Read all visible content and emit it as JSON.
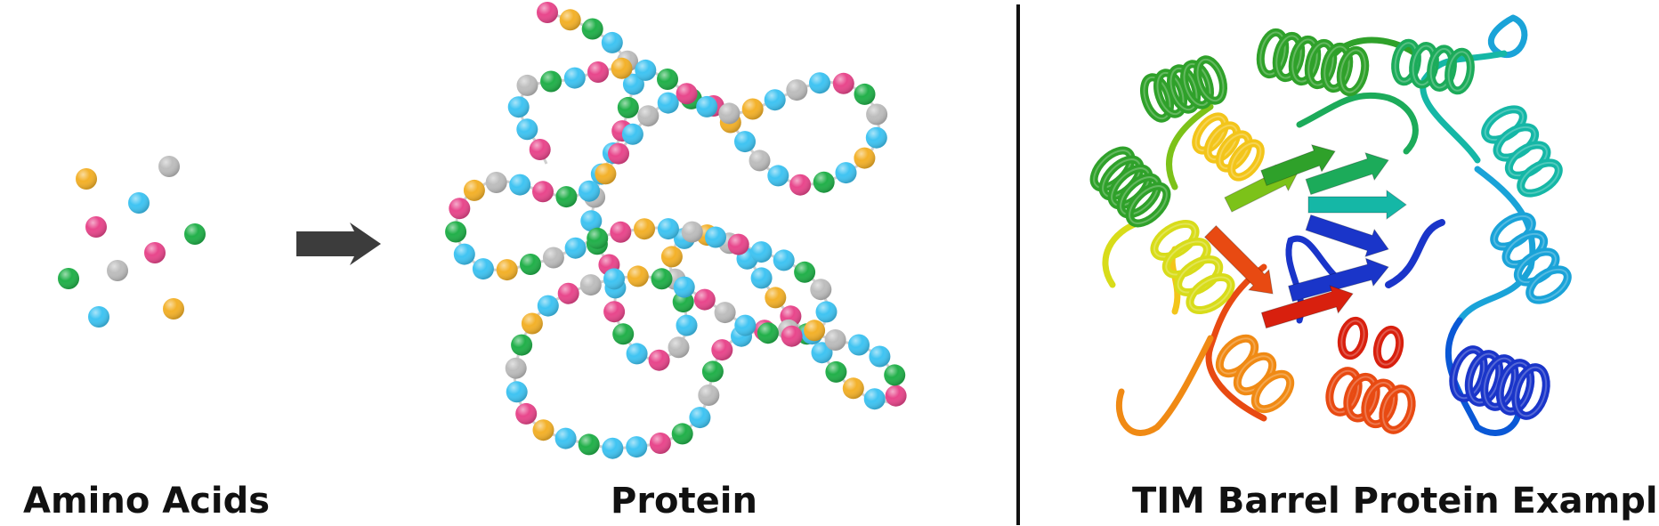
{
  "labels": {
    "amino_acids": "Amino Acids",
    "protein": "Protein",
    "tim_barrel": "TIM Barrel Protein Example"
  },
  "colors": {
    "pink": "#e8478c",
    "orange": "#f3b12a",
    "blue": "#40c4f2",
    "green": "#22b04a",
    "gray": "#bdbdbd",
    "arrow": "#3c3c3c",
    "divider": "#111111"
  },
  "amino_acids": [
    "orange",
    "gray",
    "blue",
    "pink",
    "green",
    "pink",
    "green",
    "gray",
    "blue",
    "orange"
  ],
  "protein_chain": [
    "pink",
    "orange",
    "green",
    "blue",
    "gray",
    "blue",
    "green",
    "pink",
    "blue",
    "blue",
    "gray",
    "blue",
    "green",
    "pink",
    "blue",
    "pink",
    "green",
    "blue",
    "pink",
    "gray",
    "blue",
    "green",
    "gray",
    "orange",
    "blue",
    "orange",
    "gray",
    "blue",
    "blue",
    "orange",
    "pink",
    "green",
    "blue",
    "green",
    "orange",
    "blue",
    "pink",
    "green",
    "blue",
    "blue",
    "gray",
    "blue",
    "gray",
    "pink",
    "blue",
    "pink",
    "green",
    "gray",
    "blue",
    "green",
    "pink",
    "blue",
    "blue",
    "green",
    "blue",
    "orange",
    "pink",
    "blue",
    "gray",
    "green",
    "orange",
    "blue",
    "pink",
    "gray",
    "blue",
    "orange",
    "green",
    "blue",
    "pink",
    "gray",
    "blue",
    "green",
    "pink",
    "orange",
    "blue",
    "gray",
    "green",
    "blue",
    "blue",
    "pink",
    "blue",
    "gray",
    "blue",
    "orange",
    "pink",
    "green",
    "blue",
    "gray",
    "green",
    "orange",
    "blue",
    "blue",
    "green",
    "pink",
    "orange",
    "gray",
    "blue",
    "pink",
    "green",
    "blue",
    "orange",
    "pink",
    "blue",
    "gray",
    "blue",
    "green",
    "pink",
    "orange",
    "blue",
    "gray",
    "blue",
    "pink",
    "green",
    "blue",
    "orange",
    "blue",
    "gray",
    "green",
    "pink",
    "blue",
    "gray",
    "blue",
    "orange",
    "gray",
    "blue",
    "pink",
    "green",
    "blue",
    "orange",
    "pink",
    "blue",
    "green",
    "gray",
    "blue",
    "blue",
    "pink",
    "green",
    "orange",
    "gray",
    "blue",
    "pink",
    "green",
    "blue",
    "orange",
    "pink",
    "blue",
    "gray",
    "green",
    "pink",
    "blue",
    "orange",
    "gray",
    "blue",
    "green",
    "blue",
    "pink",
    "orange",
    "gray"
  ],
  "ribbon_colors": [
    "#1a35c9",
    "#0a58d6",
    "#1aa3d8",
    "#15b7a6",
    "#1cab5a",
    "#2fa12a",
    "#7cc219",
    "#d8dc1a",
    "#f3c51a",
    "#f08a14",
    "#e84a12",
    "#d8200e"
  ]
}
